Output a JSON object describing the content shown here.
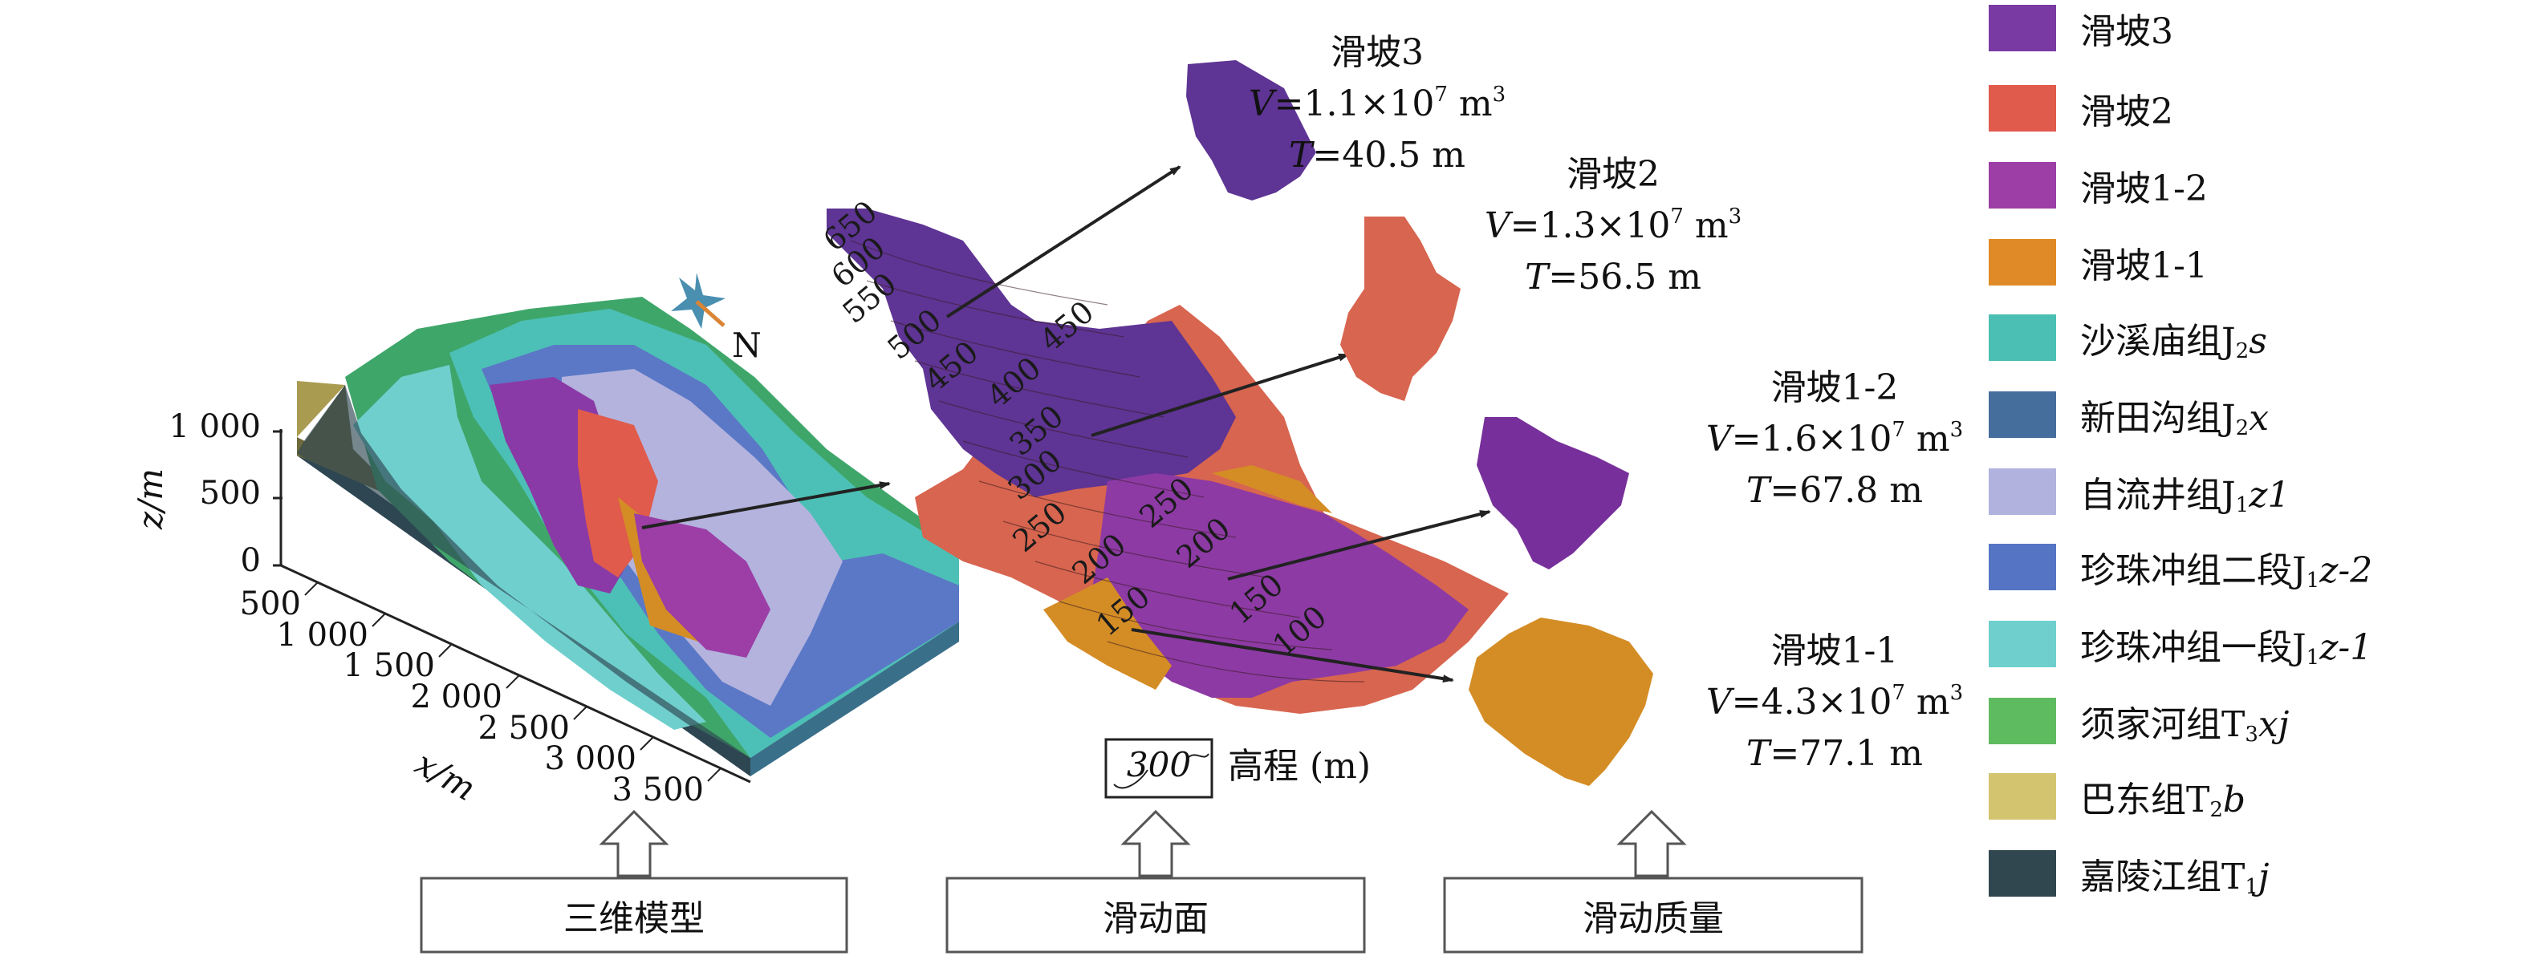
{
  "model3d": {
    "z_axis": {
      "label": "z/m",
      "ticks": [
        "1 000",
        "500",
        "0"
      ]
    },
    "x_axis": {
      "label": "x/m",
      "ticks": [
        "500",
        "1 000",
        "1 500",
        "2 000",
        "2 500",
        "3 000",
        "3 500"
      ]
    },
    "north": "N"
  },
  "slip_surface": {
    "contours_upper": [
      "650",
      "600",
      "550",
      "500",
      "450",
      "400",
      "450"
    ],
    "contours_middle": [
      "350",
      "300",
      "250",
      "200"
    ],
    "contours_lower": [
      "250",
      "200",
      "150",
      "150",
      "100"
    ],
    "elevation_sample": "300",
    "elevation_label": "高程 (m)"
  },
  "landslides": [
    {
      "name": "滑坡3",
      "V_prefix": "V",
      "V_value": "=1.1×10",
      "V_exp": "7",
      "V_unit": " m",
      "V_unit_exp": "3",
      "T_prefix": "T",
      "T_value": "=40.5 m",
      "color": "#5e3494"
    },
    {
      "name": "滑坡2",
      "V_prefix": "V",
      "V_value": "=1.3×10",
      "V_exp": "7",
      "V_unit": " m",
      "V_unit_exp": "3",
      "T_prefix": "T",
      "T_value": "=56.5 m",
      "color": "#d7654f"
    },
    {
      "name": "滑坡1-2",
      "V_prefix": "V",
      "V_value": "=1.6×10",
      "V_exp": "7",
      "V_unit": " m",
      "V_unit_exp": "3",
      "T_prefix": "T",
      "T_value": "=67.8 m",
      "color": "#77309b"
    },
    {
      "name": "滑坡1-1",
      "V_prefix": "V",
      "V_value": "=4.3×10",
      "V_exp": "7",
      "V_unit": " m",
      "V_unit_exp": "3",
      "T_prefix": "T",
      "T_value": "=77.1 m",
      "color": "#d48d25"
    }
  ],
  "stages": [
    "三维模型",
    "滑动面",
    "滑动质量"
  ],
  "legend": [
    {
      "label": "滑坡3",
      "sub": "",
      "tail": "",
      "color": "#7a3aa3"
    },
    {
      "label": "滑坡2",
      "sub": "",
      "tail": "",
      "color": "#e05b4b"
    },
    {
      "label": "滑坡1-2",
      "sub": "",
      "tail": "",
      "color": "#9c3ea6"
    },
    {
      "label": "滑坡1-1",
      "sub": "",
      "tail": "",
      "color": "#e08a27"
    },
    {
      "label": "沙溪庙组J",
      "sub": "2",
      "tail": "s",
      "color": "#4bbfb3"
    },
    {
      "label": "新田沟组J",
      "sub": "2",
      "tail": "x",
      "color": "#466e9c"
    },
    {
      "label": "自流井组J",
      "sub": "1",
      "tail": "z1",
      "color": "#b1b2de"
    },
    {
      "label": "珍珠冲组二段J",
      "sub": "1",
      "tail": "z-2",
      "color": "#5575c4"
    },
    {
      "label": "珍珠冲组一段J",
      "sub": "1",
      "tail": "z-1",
      "color": "#6fcfcd"
    },
    {
      "label": "须家河组T",
      "sub": "3",
      "tail": "xj",
      "color": "#5fbb5f"
    },
    {
      "label": "巴东组T",
      "sub": "2",
      "tail": "b",
      "color": "#d3c470"
    },
    {
      "label": "嘉陵江组T",
      "sub": "1",
      "tail": "j",
      "color": "#314750"
    }
  ]
}
